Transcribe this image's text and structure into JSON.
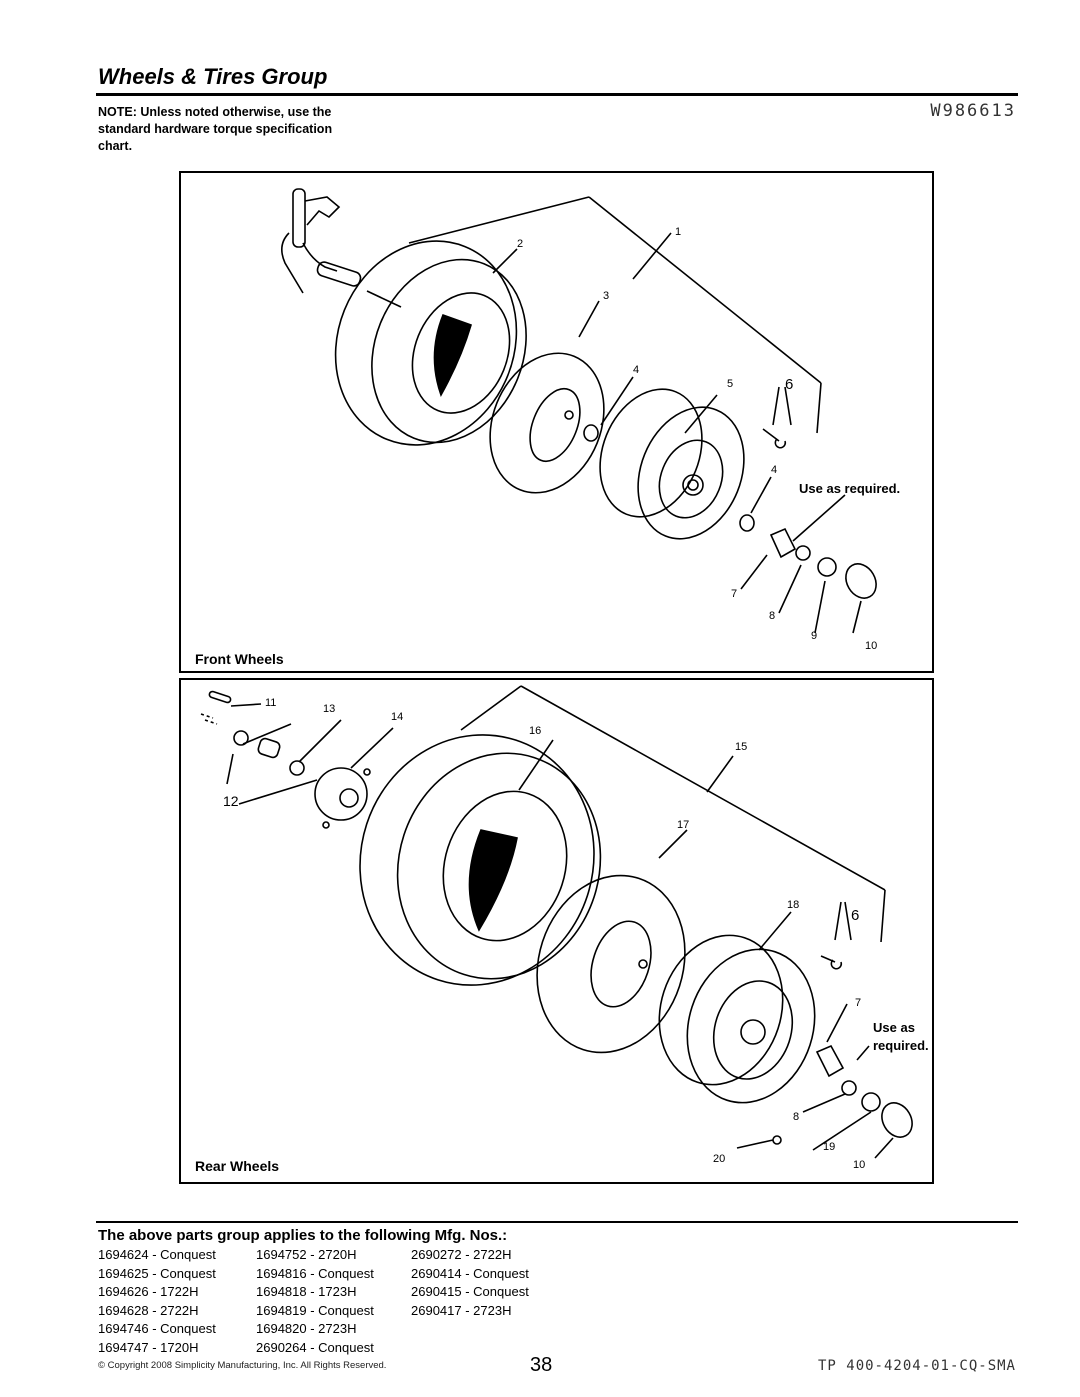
{
  "page": {
    "title": "Wheels & Tires Group",
    "note": "NOTE: Unless noted otherwise, use the standard hardware torque specification chart.",
    "diagram_code": "W986613"
  },
  "front_panel": {
    "label": "Front Wheels",
    "callouts": [
      "1",
      "2",
      "3",
      "4",
      "5",
      "6",
      "4",
      "7",
      "8",
      "9",
      "10"
    ],
    "use_as_required": "Use as required."
  },
  "rear_panel": {
    "label": "Rear Wheels",
    "callouts": [
      "11",
      "13",
      "14",
      "16",
      "15",
      "12",
      "17",
      "18",
      "6",
      "7",
      "8",
      "19",
      "20",
      "10"
    ],
    "use_as_line1": "Use as",
    "use_as_line2": "required."
  },
  "applies": {
    "heading": "The above parts group applies to the following Mfg. Nos.:",
    "col1": [
      "1694624 - Conquest",
      "1694625 - Conquest",
      "1694626 - 1722H",
      "1694628 - 2722H",
      "1694746 - Conquest",
      "1694747 - 1720H"
    ],
    "col2": [
      "1694752 - 2720H",
      "1694816 - Conquest",
      "1694818 - 1723H",
      "1694819 - Conquest",
      "1694820 - 2723H",
      "2690264 - Conquest"
    ],
    "col3": [
      "2690272 - 2722H",
      "2690414 - Conquest",
      "2690415 - Conquest",
      "2690417 - 2723H"
    ]
  },
  "footer": {
    "copyright": "© Copyright 2008 Simplicity Manufacturing, Inc. All Rights Reserved.",
    "page_number": "38",
    "doc_id": "TP 400-4204-01-CQ-SMA"
  }
}
